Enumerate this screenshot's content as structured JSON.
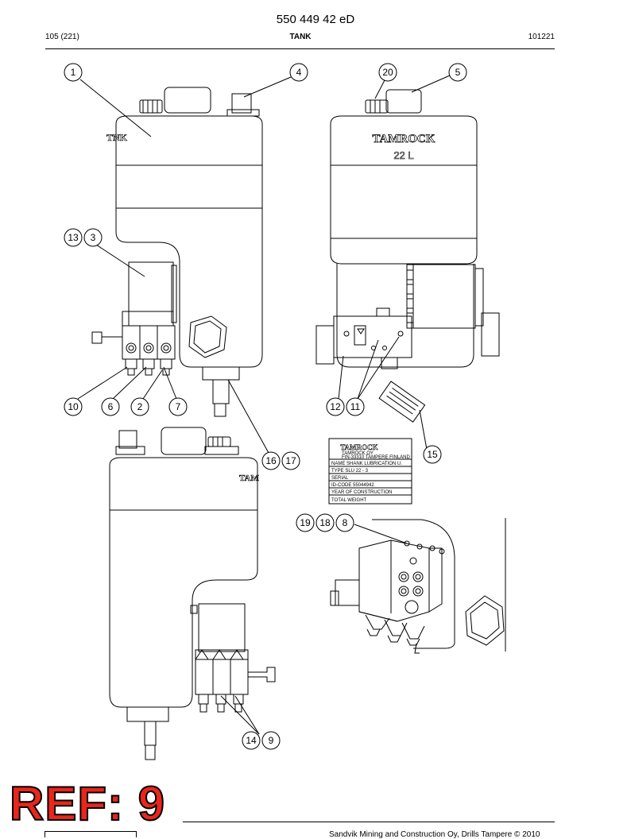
{
  "header": {
    "document_code": "550 449 42 eD",
    "page_ref": "105 (221)",
    "title": "TANK",
    "date_code": "101221"
  },
  "footer": {
    "copyright": "Sandvik Mining and Construction Oy, Drills Tampere © 2010"
  },
  "ref_stamp": "REF: 9",
  "brand_text": "TAMROCK",
  "capacity_text": "22 L",
  "nameplate": {
    "brand": "TAMROCK",
    "address_line1": "TAMROCK OY",
    "address_line2": "FIN-33310 TAMPERE FINLAND",
    "rows": [
      "NAME  SHANK LUBRICATION U.",
      "TYPE  SLU 22 - 3",
      "SERIAL",
      "ID-CODE    55044942",
      "YEAR OF CONSTRUCTION",
      "TOTAL WEIGHT"
    ]
  },
  "callouts": [
    "1",
    "4",
    "20",
    "5",
    "13",
    "3",
    "10",
    "6",
    "2",
    "7",
    "12",
    "11",
    "16",
    "17",
    "15",
    "19",
    "18",
    "8",
    "14",
    "9"
  ]
}
